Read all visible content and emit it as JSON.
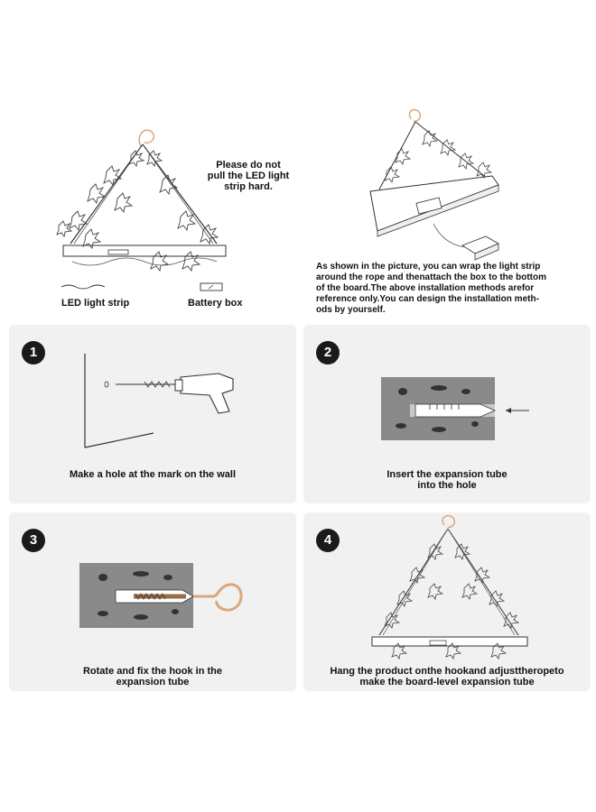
{
  "top": {
    "warning": "Please do not\npull the LED light\nstrip hard.",
    "legend_strip": "LED light strip",
    "legend_battery": "Battery box",
    "instructions": "As shown in the picture, you can wrap the light strip\naround the rope and thenattach the box to the bottom\nof the board.The above installation methods arefor\nreference only.You can design the installation meth-\nods by yourself."
  },
  "steps": [
    {
      "number": "1",
      "caption": "Make a hole at the mark on the wall"
    },
    {
      "number": "2",
      "caption": "Insert the expansion tube\ninto the hole"
    },
    {
      "number": "3",
      "caption": "Rotate and fix the hook in the\nexpansion tube"
    },
    {
      "number": "4",
      "caption": "Hang the product onthe hookand adjusttheropeto\nmake the board-level expansion tube"
    }
  ],
  "colors": {
    "panel_bg": "#f1f1f1",
    "wall_block": "#8a8a8a",
    "hook": "#d9a77a",
    "line": "#333333"
  }
}
